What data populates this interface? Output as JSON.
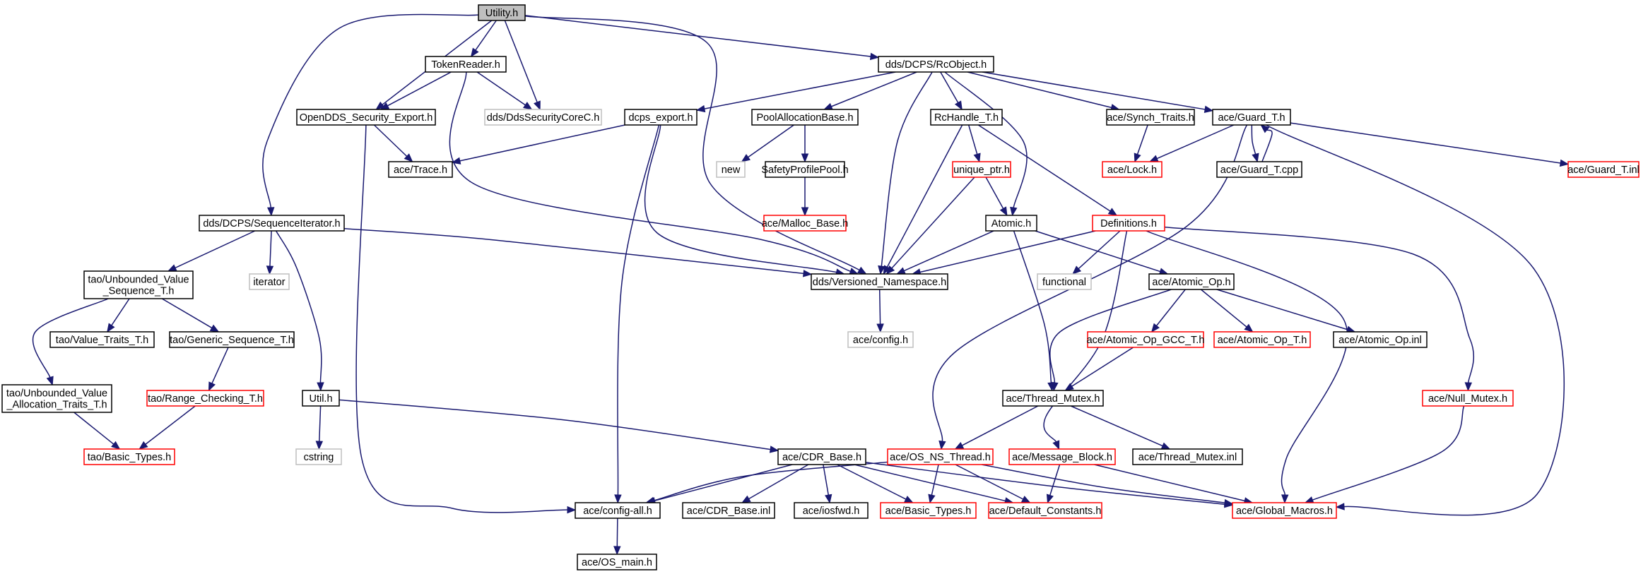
{
  "graph": {
    "nodes": [
      {
        "id": "utility",
        "label": "Utility.h",
        "style": "root"
      },
      {
        "id": "tokenreader",
        "label": "TokenReader.h",
        "style": "normal"
      },
      {
        "id": "rcobject",
        "label": "dds/DCPS/RcObject.h",
        "style": "normal"
      },
      {
        "id": "secexport",
        "label": "OpenDDS_Security_Export.h",
        "style": "normal"
      },
      {
        "id": "ddssecuritycore",
        "label": "dds/DdsSecurityCoreC.h",
        "style": "gray"
      },
      {
        "id": "dcpsexport",
        "label": "dcps_export.h",
        "style": "normal"
      },
      {
        "id": "poolalloc",
        "label": "PoolAllocationBase.h",
        "style": "normal"
      },
      {
        "id": "rchandle",
        "label": "RcHandle_T.h",
        "style": "normal"
      },
      {
        "id": "synchtraits",
        "label": "ace/Synch_Traits.h",
        "style": "normal"
      },
      {
        "id": "guardt",
        "label": "ace/Guard_T.h",
        "style": "normal"
      },
      {
        "id": "new",
        "label": "new",
        "style": "gray"
      },
      {
        "id": "acetrace",
        "label": "ace/Trace.h",
        "style": "normal"
      },
      {
        "id": "safetypool",
        "label": "SafetyProfilePool.h",
        "style": "normal"
      },
      {
        "id": "uniqueptr",
        "label": "unique_ptr.h",
        "style": "red"
      },
      {
        "id": "acelock",
        "label": "ace/Lock.h",
        "style": "red"
      },
      {
        "id": "guardcpp",
        "label": "ace/Guard_T.cpp",
        "style": "normal"
      },
      {
        "id": "guardinl",
        "label": "ace/Guard_T.inl",
        "style": "red"
      },
      {
        "id": "seqiter",
        "label": "dds/DCPS/SequenceIterator.h",
        "style": "normal"
      },
      {
        "id": "mallocbase",
        "label": "ace/Malloc_Base.h",
        "style": "red"
      },
      {
        "id": "atomic",
        "label": "Atomic.h",
        "style": "normal"
      },
      {
        "id": "definitions",
        "label": "Definitions.h",
        "style": "red"
      },
      {
        "id": "unbvalseq",
        "label": "tao/Unbounded_Value\n_Sequence_T.h",
        "style": "normal"
      },
      {
        "id": "iterator",
        "label": "iterator",
        "style": "gray"
      },
      {
        "id": "versioned",
        "label": "dds/Versioned_Namespace.h",
        "style": "normal"
      },
      {
        "id": "functional",
        "label": "functional",
        "style": "gray"
      },
      {
        "id": "atomicop",
        "label": "ace/Atomic_Op.h",
        "style": "normal"
      },
      {
        "id": "valuetraits",
        "label": "tao/Value_Traits_T.h",
        "style": "normal"
      },
      {
        "id": "genseq",
        "label": "tao/Generic_Sequence_T.h",
        "style": "normal"
      },
      {
        "id": "aceconfig",
        "label": "ace/config.h",
        "style": "gray"
      },
      {
        "id": "atomicopgcc",
        "label": "ace/Atomic_Op_GCC_T.h",
        "style": "red"
      },
      {
        "id": "atomicopt",
        "label": "ace/Atomic_Op_T.h",
        "style": "red"
      },
      {
        "id": "atomicopinl",
        "label": "ace/Atomic_Op.inl",
        "style": "normal"
      },
      {
        "id": "unbvalalloc",
        "label": "tao/Unbounded_Value\n_Allocation_Traits_T.h",
        "style": "normal"
      },
      {
        "id": "rangecheck",
        "label": "tao/Range_Checking_T.h",
        "style": "red"
      },
      {
        "id": "utilh",
        "label": "Util.h",
        "style": "normal"
      },
      {
        "id": "threadmutex",
        "label": "ace/Thread_Mutex.h",
        "style": "normal"
      },
      {
        "id": "nullmutex",
        "label": "ace/Null_Mutex.h",
        "style": "red"
      },
      {
        "id": "taobasic",
        "label": "tao/Basic_Types.h",
        "style": "red"
      },
      {
        "id": "cstring",
        "label": "cstring",
        "style": "gray"
      },
      {
        "id": "cdrbase",
        "label": "ace/CDR_Base.h",
        "style": "normal"
      },
      {
        "id": "osnsthread",
        "label": "ace/OS_NS_Thread.h",
        "style": "red"
      },
      {
        "id": "msgblock",
        "label": "ace/Message_Block.h",
        "style": "red"
      },
      {
        "id": "threadmutexinl",
        "label": "ace/Thread_Mutex.inl",
        "style": "normal"
      },
      {
        "id": "configall",
        "label": "ace/config-all.h",
        "style": "normal"
      },
      {
        "id": "cdrbaseinl",
        "label": "ace/CDR_Base.inl",
        "style": "normal"
      },
      {
        "id": "iosfwd",
        "label": "ace/iosfwd.h",
        "style": "normal"
      },
      {
        "id": "acebasic",
        "label": "ace/Basic_Types.h",
        "style": "red"
      },
      {
        "id": "defconst",
        "label": "ace/Default_Constants.h",
        "style": "red"
      },
      {
        "id": "globalmacros",
        "label": "ace/Global_Macros.h",
        "style": "red"
      },
      {
        "id": "osmain",
        "label": "ace/OS_main.h",
        "style": "normal"
      }
    ],
    "edges": [
      {
        "from": "utility",
        "to": "tokenreader"
      },
      {
        "from": "utility",
        "to": "rcobject"
      },
      {
        "from": "utility",
        "to": "secexport"
      },
      {
        "from": "utility",
        "to": "ddssecuritycore"
      },
      {
        "from": "utility",
        "to": "seqiter"
      },
      {
        "from": "utility",
        "to": "versioned"
      },
      {
        "from": "tokenreader",
        "to": "secexport"
      },
      {
        "from": "tokenreader",
        "to": "ddssecuritycore"
      },
      {
        "from": "tokenreader",
        "to": "versioned"
      },
      {
        "from": "secexport",
        "to": "acetrace"
      },
      {
        "from": "secexport",
        "to": "configall"
      },
      {
        "from": "rcobject",
        "to": "dcpsexport"
      },
      {
        "from": "rcobject",
        "to": "poolalloc"
      },
      {
        "from": "rcobject",
        "to": "rchandle"
      },
      {
        "from": "rcobject",
        "to": "synchtraits"
      },
      {
        "from": "rcobject",
        "to": "guardt"
      },
      {
        "from": "rcobject",
        "to": "versioned"
      },
      {
        "from": "rcobject",
        "to": "atomic"
      },
      {
        "from": "dcpsexport",
        "to": "acetrace"
      },
      {
        "from": "dcpsexport",
        "to": "versioned"
      },
      {
        "from": "dcpsexport",
        "to": "configall"
      },
      {
        "from": "poolalloc",
        "to": "new"
      },
      {
        "from": "poolalloc",
        "to": "safetypool"
      },
      {
        "from": "safetypool",
        "to": "mallocbase"
      },
      {
        "from": "rchandle",
        "to": "uniqueptr"
      },
      {
        "from": "rchandle",
        "to": "definitions"
      },
      {
        "from": "rchandle",
        "to": "versioned"
      },
      {
        "from": "uniqueptr",
        "to": "atomic"
      },
      {
        "from": "uniqueptr",
        "to": "versioned"
      },
      {
        "from": "synchtraits",
        "to": "acelock"
      },
      {
        "from": "guardt",
        "to": "acelock"
      },
      {
        "from": "guardt",
        "to": "guardcpp"
      },
      {
        "from": "guardcpp",
        "to": "guardt"
      },
      {
        "from": "guardt",
        "to": "guardinl"
      },
      {
        "from": "guardt",
        "to": "osnsthread"
      },
      {
        "from": "guardt",
        "to": "globalmacros"
      },
      {
        "from": "atomic",
        "to": "versioned"
      },
      {
        "from": "atomic",
        "to": "atomicop"
      },
      {
        "from": "atomic",
        "to": "threadmutex"
      },
      {
        "from": "definitions",
        "to": "versioned"
      },
      {
        "from": "definitions",
        "to": "functional"
      },
      {
        "from": "definitions",
        "to": "msgblock"
      },
      {
        "from": "definitions",
        "to": "nullmutex"
      },
      {
        "from": "definitions",
        "to": "globalmacros"
      },
      {
        "from": "seqiter",
        "to": "unbvalseq"
      },
      {
        "from": "seqiter",
        "to": "iterator"
      },
      {
        "from": "seqiter",
        "to": "utilh"
      },
      {
        "from": "seqiter",
        "to": "versioned"
      },
      {
        "from": "unbvalseq",
        "to": "valuetraits"
      },
      {
        "from": "unbvalseq",
        "to": "genseq"
      },
      {
        "from": "unbvalseq",
        "to": "unbvalalloc"
      },
      {
        "from": "genseq",
        "to": "rangecheck"
      },
      {
        "from": "unbvalalloc",
        "to": "taobasic"
      },
      {
        "from": "rangecheck",
        "to": "taobasic"
      },
      {
        "from": "versioned",
        "to": "aceconfig"
      },
      {
        "from": "atomicop",
        "to": "atomicopgcc"
      },
      {
        "from": "atomicop",
        "to": "atomicopt"
      },
      {
        "from": "atomicop",
        "to": "atomicopinl"
      },
      {
        "from": "atomicop",
        "to": "threadmutex"
      },
      {
        "from": "atomicopgcc",
        "to": "threadmutex"
      },
      {
        "from": "utilh",
        "to": "cstring"
      },
      {
        "from": "utilh",
        "to": "cdrbase"
      },
      {
        "from": "threadmutex",
        "to": "osnsthread"
      },
      {
        "from": "threadmutex",
        "to": "threadmutexinl"
      },
      {
        "from": "nullmutex",
        "to": "globalmacros"
      },
      {
        "from": "cdrbase",
        "to": "configall"
      },
      {
        "from": "cdrbase",
        "to": "cdrbaseinl"
      },
      {
        "from": "cdrbase",
        "to": "iosfwd"
      },
      {
        "from": "cdrbase",
        "to": "acebasic"
      },
      {
        "from": "cdrbase",
        "to": "defconst"
      },
      {
        "from": "cdrbase",
        "to": "globalmacros"
      },
      {
        "from": "osnsthread",
        "to": "configall"
      },
      {
        "from": "osnsthread",
        "to": "acebasic"
      },
      {
        "from": "osnsthread",
        "to": "defconst"
      },
      {
        "from": "osnsthread",
        "to": "globalmacros"
      },
      {
        "from": "msgblock",
        "to": "defconst"
      },
      {
        "from": "msgblock",
        "to": "globalmacros"
      },
      {
        "from": "configall",
        "to": "osmain"
      }
    ]
  }
}
